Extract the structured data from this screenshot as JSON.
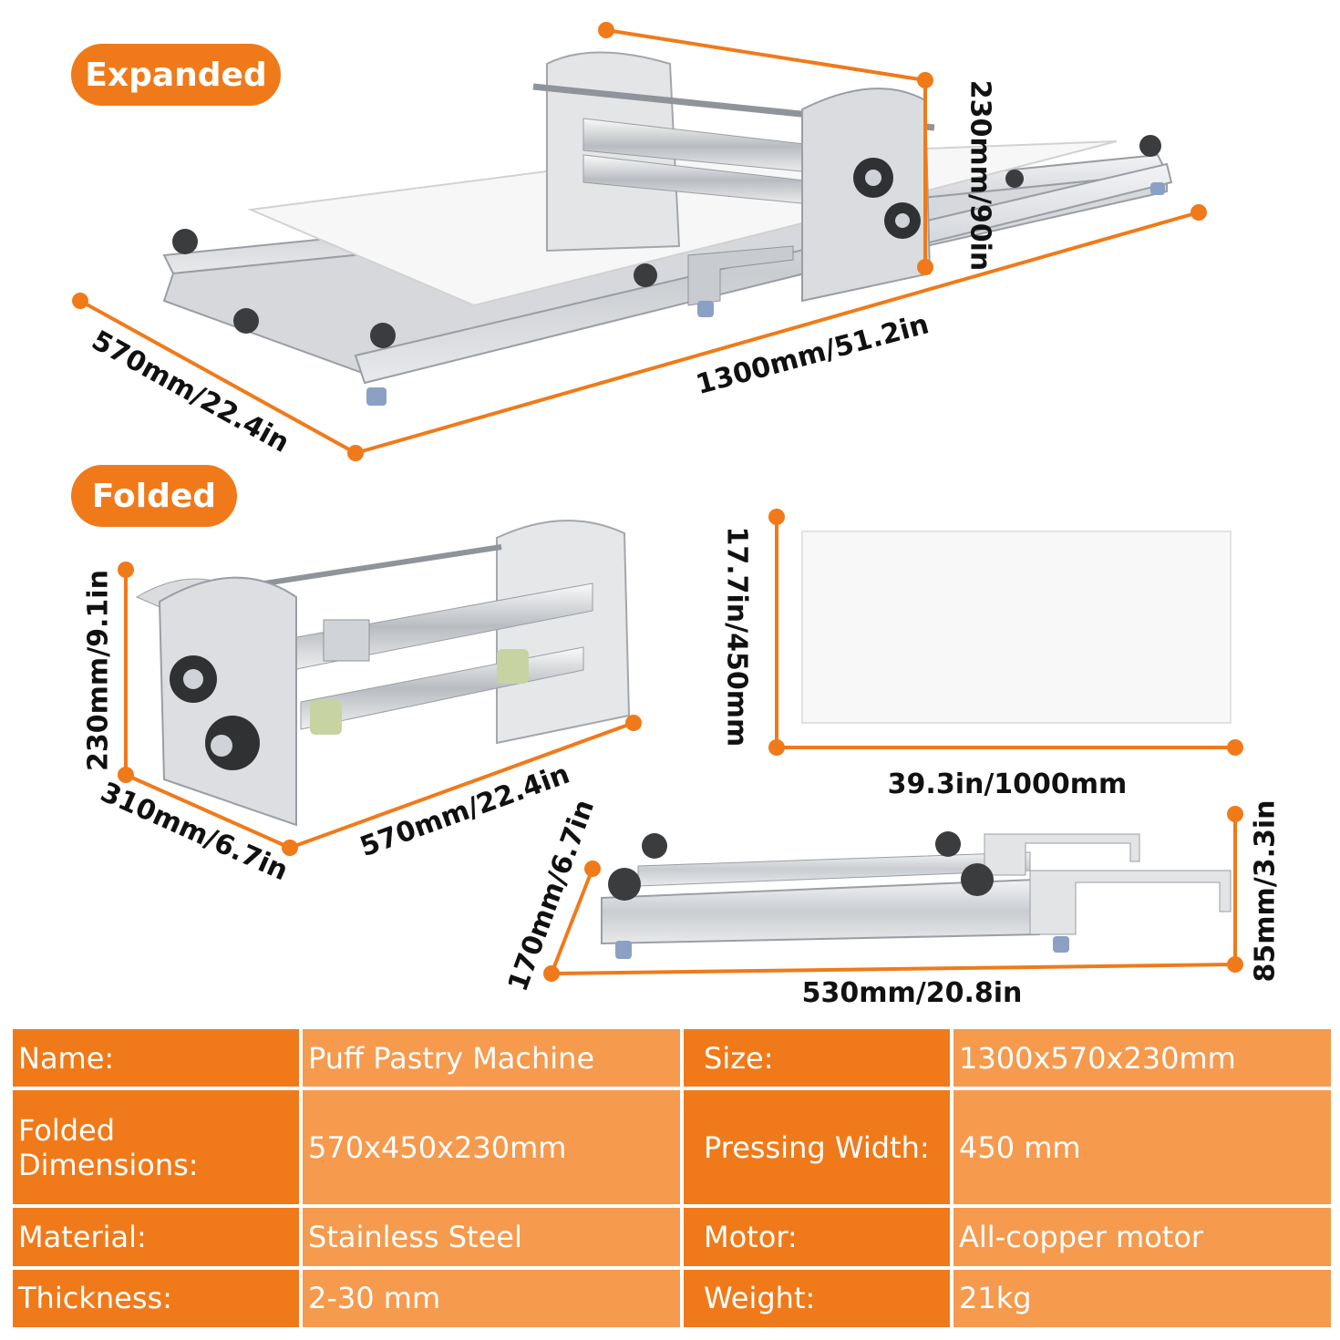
{
  "labels": {
    "expanded": "Expanded",
    "folded": "Folded"
  },
  "dimensions": {
    "expanded_height": "230mm/90in",
    "expanded_length": "1300mm/51.2in",
    "expanded_depth": "570mm/22.4in",
    "folded_height": "230mm/9.1in",
    "folded_depth": "310mm/6.7in",
    "folded_length": "570mm/22.4in",
    "board_height": "17.7in/450mm",
    "board_width": "39.3in/1000mm",
    "frame_depth": "170mm/6.7in",
    "frame_height": "85mm/3.3in",
    "frame_length": "530mm/20.8in"
  },
  "specs": [
    {
      "label1": "Name:",
      "value1": "Puff Pastry Machine",
      "label2": "Size:",
      "value2": "1300x570x230mm"
    },
    {
      "label1": "Folded Dimensions:",
      "value1": "570x450x230mm",
      "label2": "Pressing Width:",
      "value2": "450 mm"
    },
    {
      "label1": "Material:",
      "value1": "Stainless Steel",
      "label2": "Motor:",
      "value2": "All-copper motor"
    },
    {
      "label1": "Thickness:",
      "value1": "2-30 mm",
      "label2": "Weight:",
      "value2": "21kg"
    }
  ],
  "colors": {
    "accent": "#f07a1a",
    "value_cell": "#f69a4e",
    "metal": "#c9ccd0"
  }
}
